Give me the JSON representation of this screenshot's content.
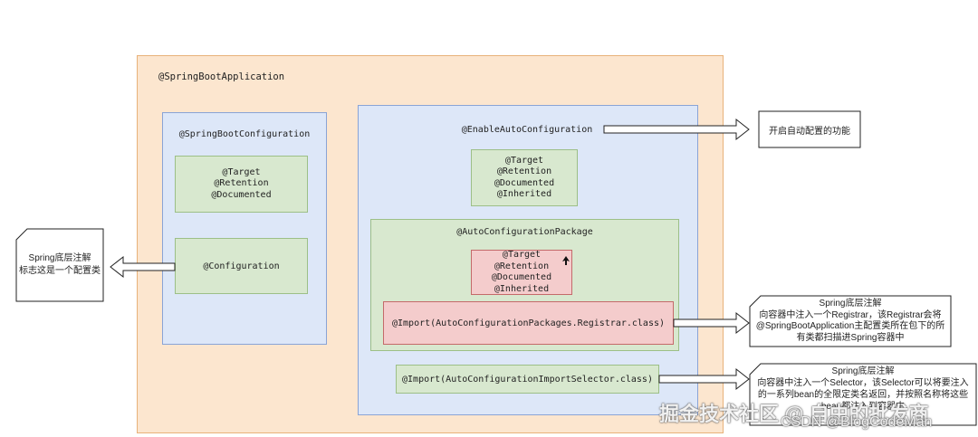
{
  "spring_boot_application": "@SpringBootApplication",
  "spring_boot_configuration": {
    "title": "@SpringBootConfiguration",
    "meta_annotations": [
      "@Target",
      "@Retention",
      "@Documented"
    ],
    "configuration": "@Configuration"
  },
  "enable_auto_configuration": {
    "title": "@EnableAutoConfiguration",
    "meta_annotations": [
      "@Target",
      "@Retention",
      "@Documented",
      "@Inherited"
    ],
    "auto_configuration_package": {
      "title": "@AutoConfigurationPackage",
      "meta_annotations": [
        "@Target",
        "@Retention",
        "@Documented",
        "@Inherited"
      ],
      "import_registrar": "@Import(AutoConfigurationPackages.Registrar.class)"
    },
    "import_selector": "@Import(AutoConfigurationImportSelector.class)"
  },
  "notes": {
    "enable_function": "开启自动配置的功能",
    "config_class": [
      "Spring底层注解",
      "标志这是一个配置类"
    ],
    "registrar": [
      "Spring底层注解",
      "向容器中注入一个Registrar，该Registrar会将",
      "@SpringBootApplication主配置类所在包下的所",
      "有类都扫描进Spring容器中"
    ],
    "selector": [
      "Spring底层注解",
      "向容器中注入一个Selector，该Selector可以将要注入",
      "的一系列bean的全限定类名返回，并按照名称将这些",
      "bean都注入到容器中"
    ]
  },
  "watermark": {
    "main": "掘金技术社区 @ 自由的批发商",
    "sub": "CSDN @BlogCodeMan"
  },
  "colors": {
    "outer_fill": "#fce6cf",
    "blue_fill": "#dde7f8",
    "green_fill": "#d8e8cf",
    "red_fill": "#f4cccc"
  }
}
